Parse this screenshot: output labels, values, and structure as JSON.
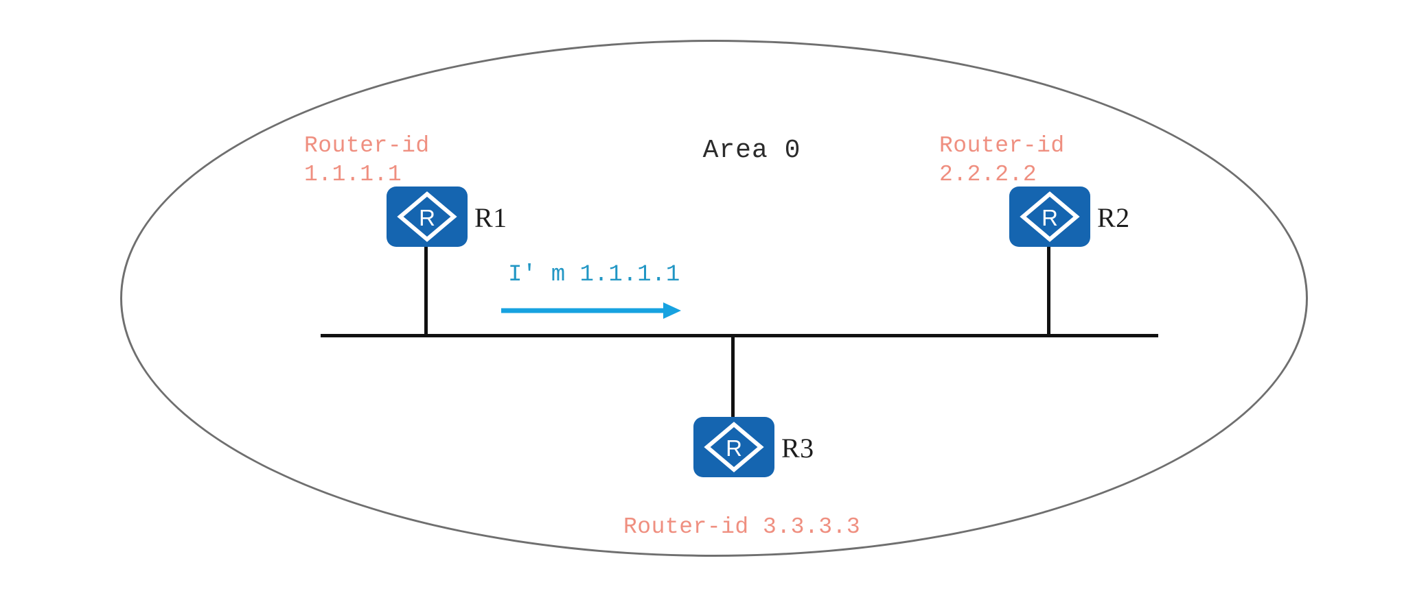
{
  "diagram": {
    "title": "OSPF Area 0 broadcast segment with three routers",
    "area": {
      "label": "Area 0"
    },
    "colors": {
      "ellipse_border": "#6f6f6f",
      "router_fill": "#1565b0",
      "router_glyph": "#ffffff",
      "link_line": "#111111",
      "router_id_text": "#ef8f80",
      "advertisement": "#2196c4",
      "node_label_text": "#1d1d1d",
      "background": "#ffffff"
    },
    "nodes": [
      {
        "id": "r1",
        "name": "R1",
        "icon": "router-icon",
        "glyph": "R",
        "router_id_lines": [
          "Router-id",
          "1.1.1.1"
        ]
      },
      {
        "id": "r2",
        "name": "R2",
        "icon": "router-icon",
        "glyph": "R",
        "router_id_lines": [
          "Router-id",
          "2.2.2.2"
        ]
      },
      {
        "id": "r3",
        "name": "R3",
        "icon": "router-icon",
        "glyph": "R",
        "router_id_lines": [
          "Router-id 3.3.3.3"
        ]
      }
    ],
    "router_id_text": {
      "r1": "Router-id\n1.1.1.1",
      "r2": "Router-id\n2.2.2.2",
      "r3": "Router-id 3.3.3.3"
    },
    "advertisement": {
      "text": "I' m 1.1.1.1",
      "direction": "right",
      "icon": "arrow-right-icon"
    }
  }
}
